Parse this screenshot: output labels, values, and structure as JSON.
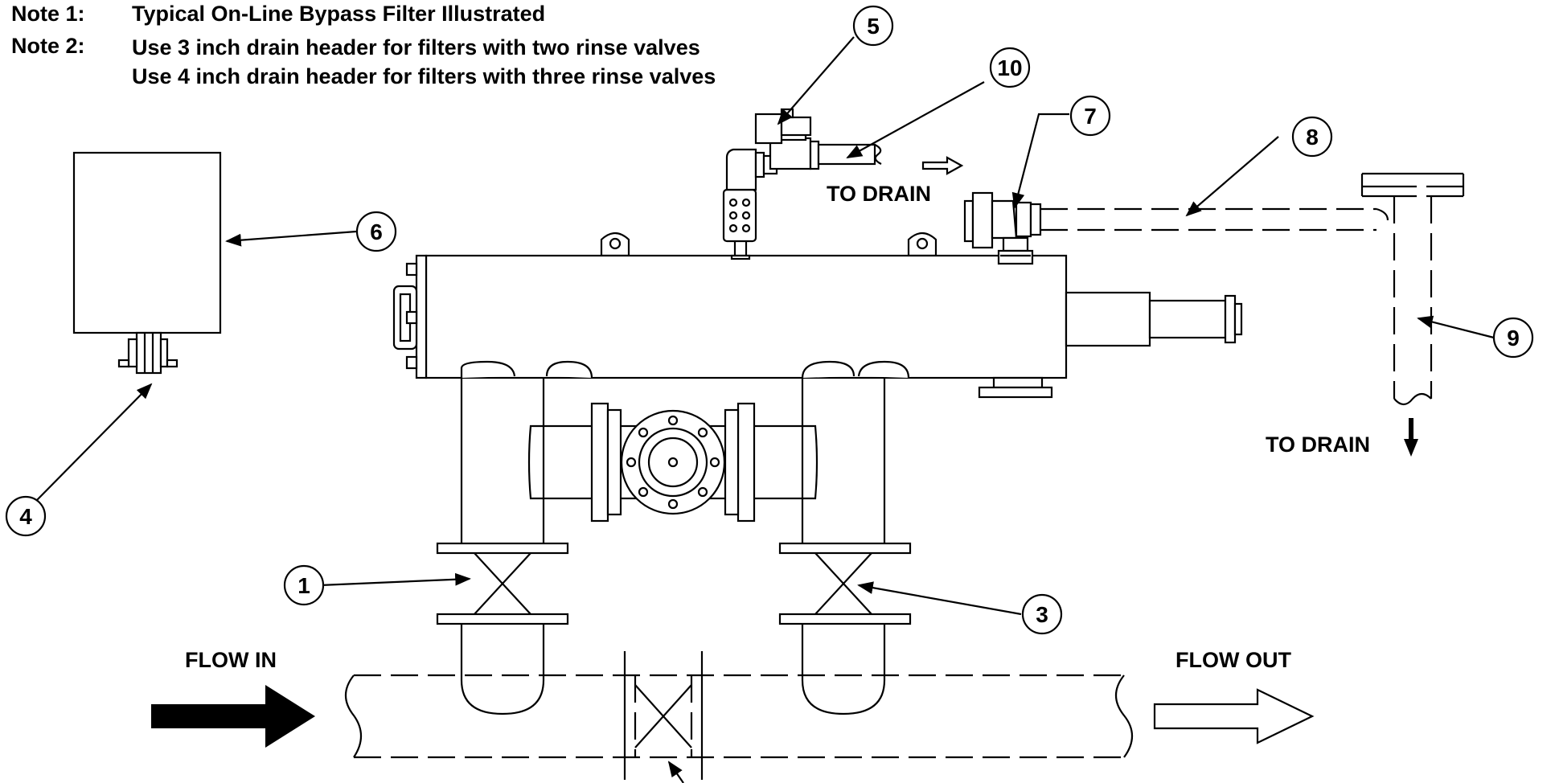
{
  "notes": [
    {
      "label": "Note 1:",
      "text": "Typical On-Line Bypass Filter Illustrated"
    },
    {
      "label": "Note 2:",
      "text": "Use 3 inch drain header for filters with two rinse valves"
    },
    {
      "label": "",
      "text": "Use 4 inch drain header for filters with three rinse valves"
    }
  ],
  "labels": {
    "to_drain_top": "TO DRAIN",
    "to_drain_right": "TO DRAIN",
    "flow_in": "FLOW IN",
    "flow_out": "FLOW OUT"
  },
  "callouts": [
    {
      "id": "1",
      "text": "1"
    },
    {
      "id": "3",
      "text": "3"
    },
    {
      "id": "4",
      "text": "4"
    },
    {
      "id": "5",
      "text": "5"
    },
    {
      "id": "6",
      "text": "6"
    },
    {
      "id": "7",
      "text": "7"
    },
    {
      "id": "8",
      "text": "8"
    },
    {
      "id": "9",
      "text": "9"
    },
    {
      "id": "10",
      "text": "10"
    }
  ],
  "colors": {
    "line": "#000000",
    "background": "#ffffff"
  }
}
